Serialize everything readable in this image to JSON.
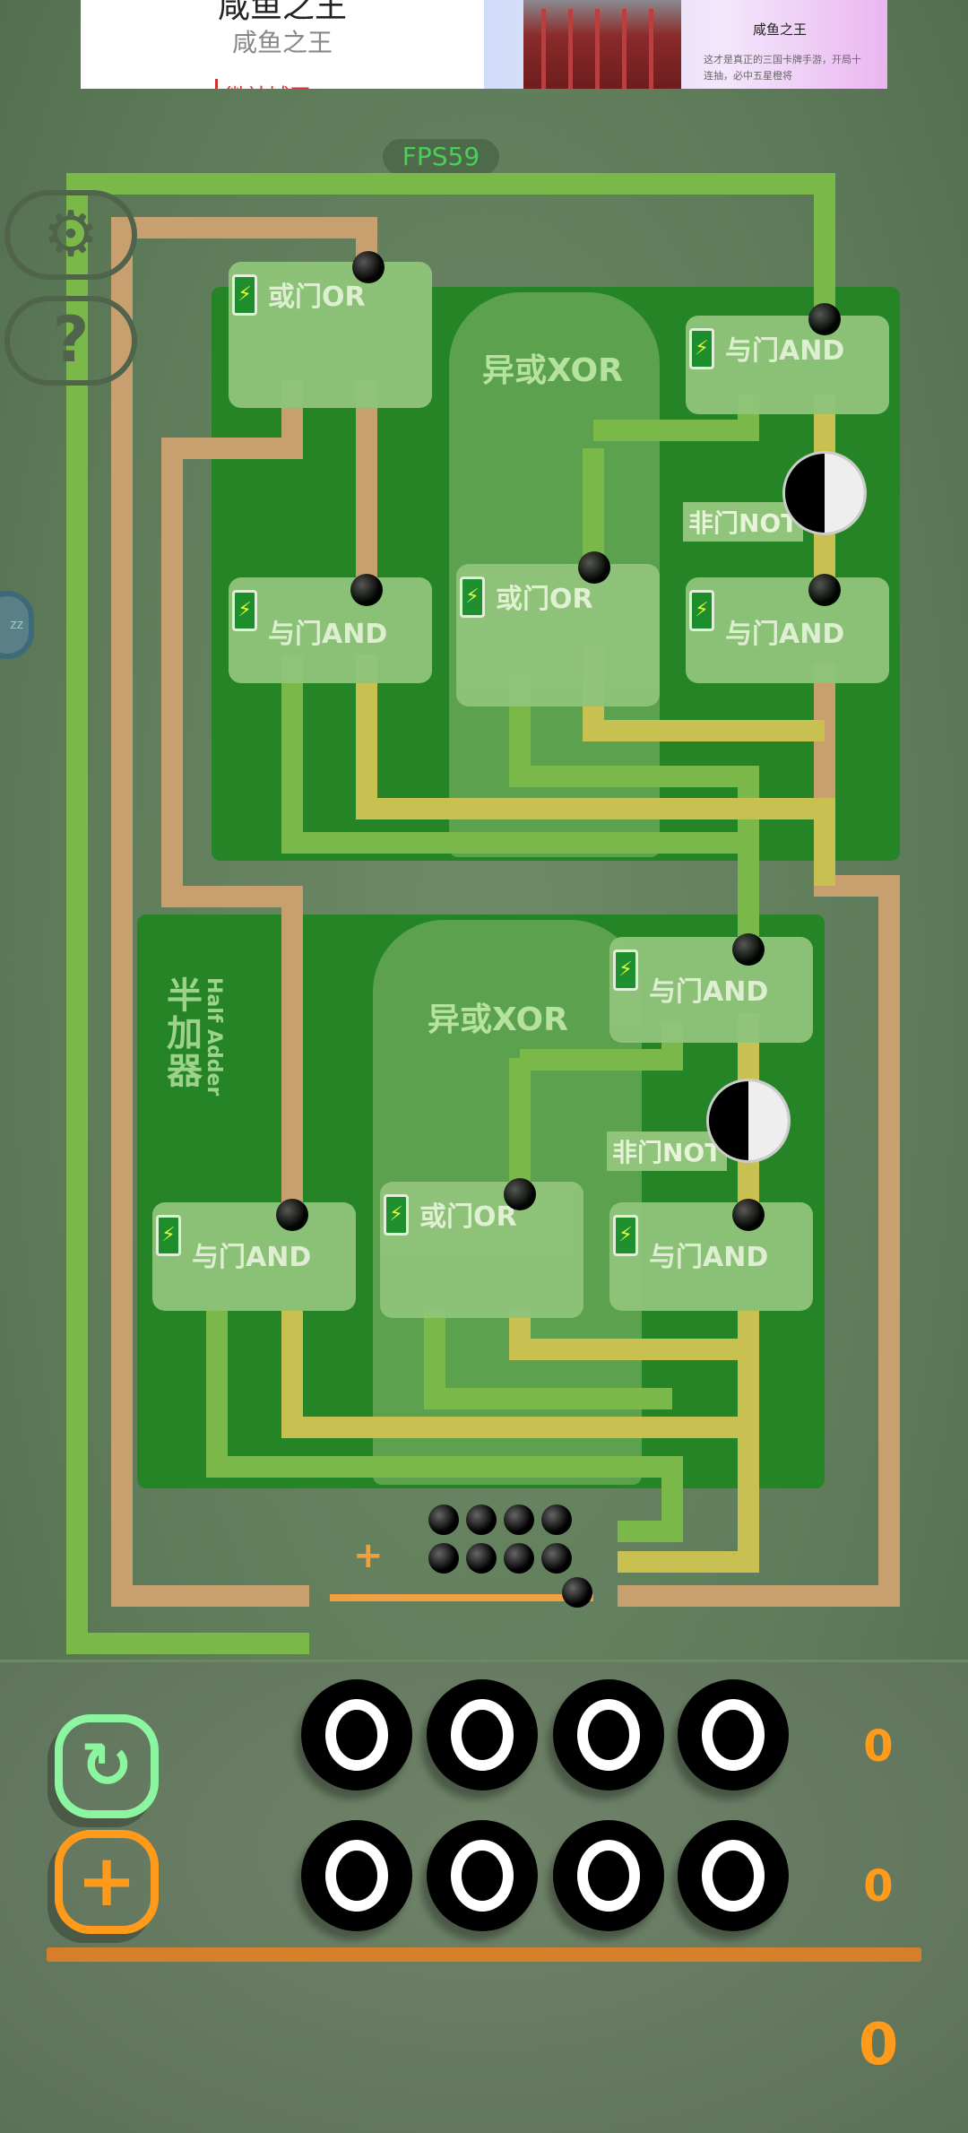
{
  "ad": {
    "headline": "咸鱼之王",
    "subtitle": "咸鱼之王",
    "cta": "微社城王",
    "app_name": "咸鱼之王",
    "description": "这才是真正的三国卡牌手游，开局十连抽，必中五星橙将"
  },
  "hud": {
    "fps": "FPS59",
    "settings_icon": "gear-icon",
    "help_label": "?",
    "side_tab": "zz"
  },
  "upper_module": {
    "xor_label": "异或XOR",
    "not_label": "非门NOT",
    "gates": [
      {
        "label": "或门OR"
      },
      {
        "label": "与门AND"
      },
      {
        "label": "与门AND"
      },
      {
        "label": "或门OR"
      },
      {
        "label": "与门AND"
      }
    ]
  },
  "lower_module": {
    "title_cn": "半加器",
    "title_en": "Half Adder",
    "xor_label": "异或XOR",
    "not_label": "非门NOT",
    "gates": [
      {
        "label": "与门AND"
      },
      {
        "label": "与门AND"
      },
      {
        "label": "或门OR"
      },
      {
        "label": "与门AND"
      }
    ]
  },
  "supply": {
    "add_label": "+",
    "balls_remaining": 8
  },
  "panel": {
    "reset_icon": "reload-icon",
    "add_icon": "plus-icon",
    "row1": [
      "0",
      "0",
      "0",
      "0"
    ],
    "row2": [
      "0",
      "0",
      "0",
      "0"
    ],
    "row1_result": "0",
    "row2_result": "0",
    "sum_result": "0"
  },
  "colors": {
    "wire_green": "#7ab84a",
    "wire_tan": "#c8a070",
    "wire_yellow": "#c8c050",
    "accent_orange": "#ff9a1a",
    "accent_green": "#8cf5a0"
  }
}
